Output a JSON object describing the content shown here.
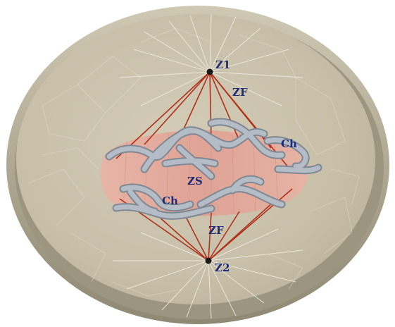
{
  "image": {
    "labels": {
      "z1": "Z1",
      "zf_top": "ZF",
      "ch_right": "Ch",
      "zs": "ZS",
      "ch_left": "Ch",
      "zf_bottom": "ZF",
      "z2": "Z2"
    },
    "colors": {
      "background": "#ffffff",
      "cell_rim": "#a49e88",
      "cytoplasm": "#c9c2ac",
      "spindle_zone": "#e3a79a",
      "spindle_fibers": "#b0321c",
      "chromosomes": "#9aa3ad",
      "centrioles": "#1a1a1a",
      "label_text": "#1e2a7a"
    }
  }
}
